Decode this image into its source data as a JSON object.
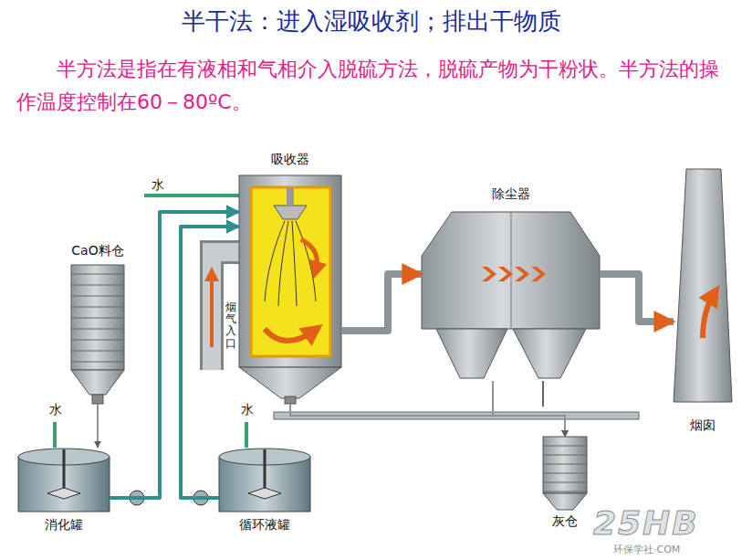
{
  "diagram": {
    "title": "半干法：进入湿吸收剂；排出干物质",
    "caption": "半方法是指在有液相和气相介入脱硫方法，脱硫产物为干粉状。半方法的操作温度控制在60－80ºC。",
    "nodes": [
      {
        "text": [
          "吸收器"
        ]
      },
      {
        "text": [
          "除尘器"
        ]
      },
      {
        "text": [
          "烟囱"
        ]
      },
      {
        "text": [
          "CaO料仓"
        ]
      },
      {
        "text": [
          "消化罐"
        ]
      },
      {
        "text": [
          "循环液罐"
        ]
      },
      {
        "text": [
          "灰仓"
        ]
      }
    ],
    "edges": [
      {
        "from": 3,
        "to": 4,
        "arrow": "to"
      },
      {
        "from": 4,
        "to": 0,
        "arrow": "to"
      },
      {
        "from": 5,
        "to": 0,
        "arrow": "to"
      },
      {
        "from": 0,
        "to": 1,
        "arrow": "to"
      },
      {
        "from": 1,
        "to": 2,
        "arrow": "to"
      },
      {
        "from": 0,
        "to": 6,
        "arrow": "to"
      },
      {
        "from": 1,
        "to": 6,
        "arrow": "to"
      }
    ],
    "labels": [
      "水",
      "水",
      "水",
      "烟气入口",
      "25HB",
      "环保学社·COM"
    ]
  }
}
